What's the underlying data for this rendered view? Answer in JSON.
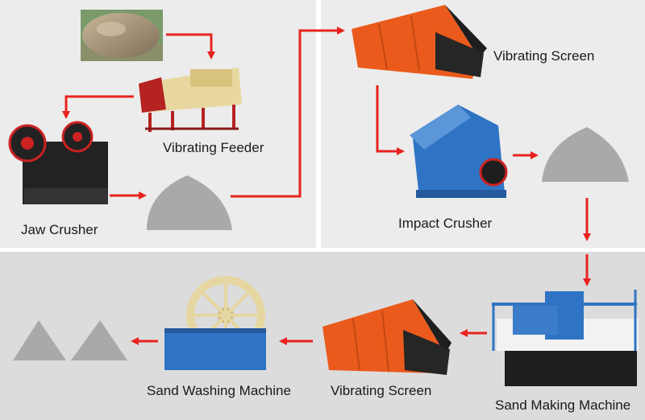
{
  "labels": {
    "vibrating_feeder": "Vibrating Feeder",
    "jaw_crusher": "Jaw Crusher",
    "vibrating_screen_top": "Vibrating Screen",
    "impact_crusher": "Impact Crusher",
    "sand_making_machine": "Sand Making Machine",
    "vibrating_screen_bottom": "Vibrating Screen",
    "sand_washing_machine": "Sand Washing Machine"
  },
  "colors": {
    "panel": "#ececec",
    "panel_lower": "#dcdcdc",
    "arrow": "#e8231f",
    "sand_pile": "#a9a9a9",
    "machine_orange": "#ea5a1c",
    "machine_blue": "#2f74c4",
    "machine_black": "#222222",
    "feeder_cream": "#e8d8a0",
    "feeder_red": "#b52222"
  },
  "icons": [
    "raw-stone-icon",
    "sand-pile-icon"
  ]
}
